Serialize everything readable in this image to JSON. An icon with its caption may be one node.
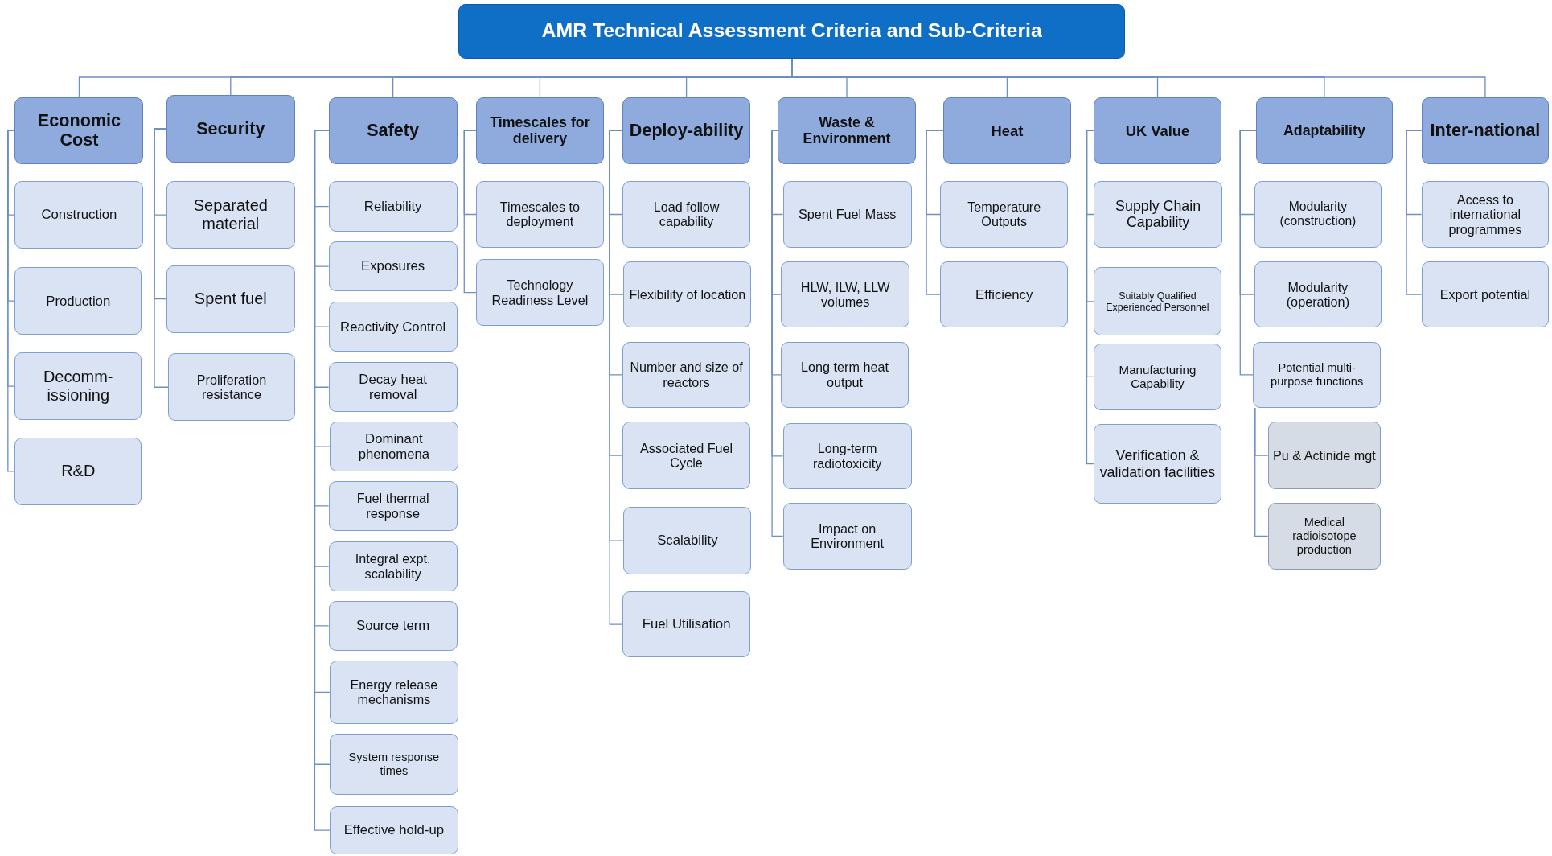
{
  "diagram": {
    "nodes": [
      {
        "text": [
          "AMR Technical Assessment Criteria and Sub-Criteria"
        ]
      },
      {
        "text": [
          "Economic Cost"
        ]
      },
      {
        "text": [
          "Construction"
        ]
      },
      {
        "text": [
          "Production"
        ]
      },
      {
        "text": [
          "Decomm-issioning"
        ]
      },
      {
        "text": [
          "R&D"
        ]
      },
      {
        "text": [
          "Security"
        ]
      },
      {
        "text": [
          "Separated material"
        ]
      },
      {
        "text": [
          "Spent fuel"
        ]
      },
      {
        "text": [
          "Proliferation resistance"
        ]
      },
      {
        "text": [
          "Safety"
        ]
      },
      {
        "text": [
          "Reliability"
        ]
      },
      {
        "text": [
          "Exposures"
        ]
      },
      {
        "text": [
          "Reactivity Control"
        ]
      },
      {
        "text": [
          "Decay heat removal"
        ]
      },
      {
        "text": [
          "Dominant phenomena"
        ]
      },
      {
        "text": [
          "Fuel thermal response"
        ]
      },
      {
        "text": [
          "Integral expt. scalability"
        ]
      },
      {
        "text": [
          "Source term"
        ]
      },
      {
        "text": [
          "Energy release mechanisms"
        ]
      },
      {
        "text": [
          "System response times"
        ]
      },
      {
        "text": [
          "Effective hold-up"
        ]
      },
      {
        "text": [
          "Timescales for delivery"
        ]
      },
      {
        "text": [
          "Timescales to deployment"
        ]
      },
      {
        "text": [
          "Technology Readiness Level"
        ]
      },
      {
        "text": [
          "Deploy-ability"
        ]
      },
      {
        "text": [
          "Load follow capability"
        ]
      },
      {
        "text": [
          "Flexibility of location"
        ]
      },
      {
        "text": [
          "Number and size of reactors"
        ]
      },
      {
        "text": [
          "Associated Fuel Cycle"
        ]
      },
      {
        "text": [
          "Scalability"
        ]
      },
      {
        "text": [
          "Fuel Utilisation"
        ]
      },
      {
        "text": [
          "Waste & Environment"
        ]
      },
      {
        "text": [
          "Spent Fuel Mass"
        ]
      },
      {
        "text": [
          "HLW, ILW, LLW volumes"
        ]
      },
      {
        "text": [
          "Long term heat output"
        ]
      },
      {
        "text": [
          "Long-term radiotoxicity"
        ]
      },
      {
        "text": [
          "Impact on Environment"
        ]
      },
      {
        "text": [
          "Heat"
        ]
      },
      {
        "text": [
          "Temperature Outputs"
        ]
      },
      {
        "text": [
          "Efficiency"
        ]
      },
      {
        "text": [
          "UK Value"
        ]
      },
      {
        "text": [
          "Supply Chain Capability"
        ]
      },
      {
        "text": [
          "Suitably Qualified Experienced Personnel"
        ]
      },
      {
        "text": [
          "Manufacturing Capability"
        ]
      },
      {
        "text": [
          "Verification & validation facilities"
        ]
      },
      {
        "text": [
          "Adaptability"
        ]
      },
      {
        "text": [
          "Modularity (construction)"
        ]
      },
      {
        "text": [
          "Modularity (operation)"
        ]
      },
      {
        "text": [
          "Potential multi-purpose functions"
        ]
      },
      {
        "text": [
          "Pu & Actinide mgt"
        ]
      },
      {
        "text": [
          "Medical radioisotope production"
        ]
      },
      {
        "text": [
          "Inter-national"
        ]
      },
      {
        "text": [
          "Access to international programmes"
        ]
      },
      {
        "text": [
          "Export potential"
        ]
      }
    ],
    "edges": [
      {
        "from": 0,
        "to": 1,
        "arrow": "none"
      },
      {
        "from": 0,
        "to": 6,
        "arrow": "none"
      },
      {
        "from": 0,
        "to": 10,
        "arrow": "none"
      },
      {
        "from": 0,
        "to": 22,
        "arrow": "none"
      },
      {
        "from": 0,
        "to": 25,
        "arrow": "none"
      },
      {
        "from": 0,
        "to": 32,
        "arrow": "none"
      },
      {
        "from": 0,
        "to": 38,
        "arrow": "none"
      },
      {
        "from": 0,
        "to": 41,
        "arrow": "none"
      },
      {
        "from": 0,
        "to": 46,
        "arrow": "none"
      },
      {
        "from": 0,
        "to": 52,
        "arrow": "none"
      },
      {
        "from": 1,
        "to": 2,
        "arrow": "none"
      },
      {
        "from": 1,
        "to": 3,
        "arrow": "none"
      },
      {
        "from": 1,
        "to": 4,
        "arrow": "none"
      },
      {
        "from": 1,
        "to": 5,
        "arrow": "none"
      },
      {
        "from": 6,
        "to": 7,
        "arrow": "none"
      },
      {
        "from": 6,
        "to": 8,
        "arrow": "none"
      },
      {
        "from": 6,
        "to": 9,
        "arrow": "none"
      },
      {
        "from": 10,
        "to": 11,
        "arrow": "none"
      },
      {
        "from": 10,
        "to": 12,
        "arrow": "none"
      },
      {
        "from": 10,
        "to": 13,
        "arrow": "none"
      },
      {
        "from": 10,
        "to": 14,
        "arrow": "none"
      },
      {
        "from": 10,
        "to": 15,
        "arrow": "none"
      },
      {
        "from": 10,
        "to": 16,
        "arrow": "none"
      },
      {
        "from": 10,
        "to": 17,
        "arrow": "none"
      },
      {
        "from": 10,
        "to": 18,
        "arrow": "none"
      },
      {
        "from": 10,
        "to": 19,
        "arrow": "none"
      },
      {
        "from": 10,
        "to": 20,
        "arrow": "none"
      },
      {
        "from": 10,
        "to": 21,
        "arrow": "none"
      },
      {
        "from": 22,
        "to": 23,
        "arrow": "none"
      },
      {
        "from": 22,
        "to": 24,
        "arrow": "none"
      },
      {
        "from": 25,
        "to": 26,
        "arrow": "none"
      },
      {
        "from": 25,
        "to": 27,
        "arrow": "none"
      },
      {
        "from": 25,
        "to": 28,
        "arrow": "none"
      },
      {
        "from": 25,
        "to": 29,
        "arrow": "none"
      },
      {
        "from": 25,
        "to": 30,
        "arrow": "none"
      },
      {
        "from": 25,
        "to": 31,
        "arrow": "none"
      },
      {
        "from": 32,
        "to": 33,
        "arrow": "none"
      },
      {
        "from": 32,
        "to": 34,
        "arrow": "none"
      },
      {
        "from": 32,
        "to": 35,
        "arrow": "none"
      },
      {
        "from": 32,
        "to": 36,
        "arrow": "none"
      },
      {
        "from": 32,
        "to": 37,
        "arrow": "none"
      },
      {
        "from": 38,
        "to": 39,
        "arrow": "none"
      },
      {
        "from": 38,
        "to": 40,
        "arrow": "none"
      },
      {
        "from": 41,
        "to": 42,
        "arrow": "none"
      },
      {
        "from": 41,
        "to": 43,
        "arrow": "none"
      },
      {
        "from": 41,
        "to": 44,
        "arrow": "none"
      },
      {
        "from": 41,
        "to": 45,
        "arrow": "none"
      },
      {
        "from": 46,
        "to": 47,
        "arrow": "none"
      },
      {
        "from": 46,
        "to": 48,
        "arrow": "none"
      },
      {
        "from": 46,
        "to": 49,
        "arrow": "none"
      },
      {
        "from": 49,
        "to": 50,
        "arrow": "none"
      },
      {
        "from": 49,
        "to": 51,
        "arrow": "none"
      },
      {
        "from": 52,
        "to": 53,
        "arrow": "none"
      },
      {
        "from": 52,
        "to": 54,
        "arrow": "none"
      }
    ]
  }
}
